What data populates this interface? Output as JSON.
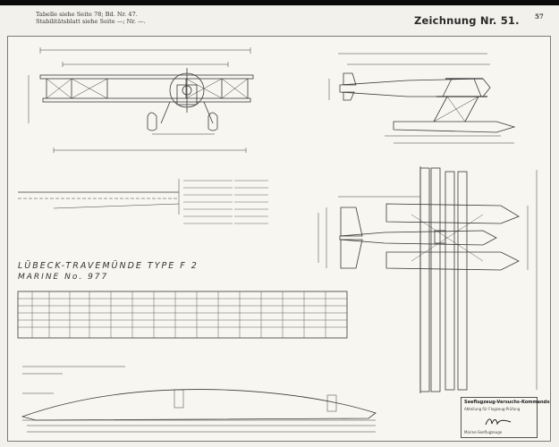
{
  "header": {
    "line1": "Tabelle siehe Seite 78; Bd. Nr. 47.",
    "line2": "Stabilitätsblatt siehe Seite —; Nr. —.",
    "title": "Zeichnung Nr. 51.",
    "page_number": "57"
  },
  "drawing": {
    "heading": "LÜBECK-TRAVEMÜNDE TYPE F 2",
    "subheading": "MARINE No. 977"
  },
  "stamp": {
    "line1": "Seeflugzeug-Versuchs-Kommando",
    "line2": "Abteilung für Flugzeug-Prüfung",
    "line3": "Marine-Seeflugzeuge"
  }
}
